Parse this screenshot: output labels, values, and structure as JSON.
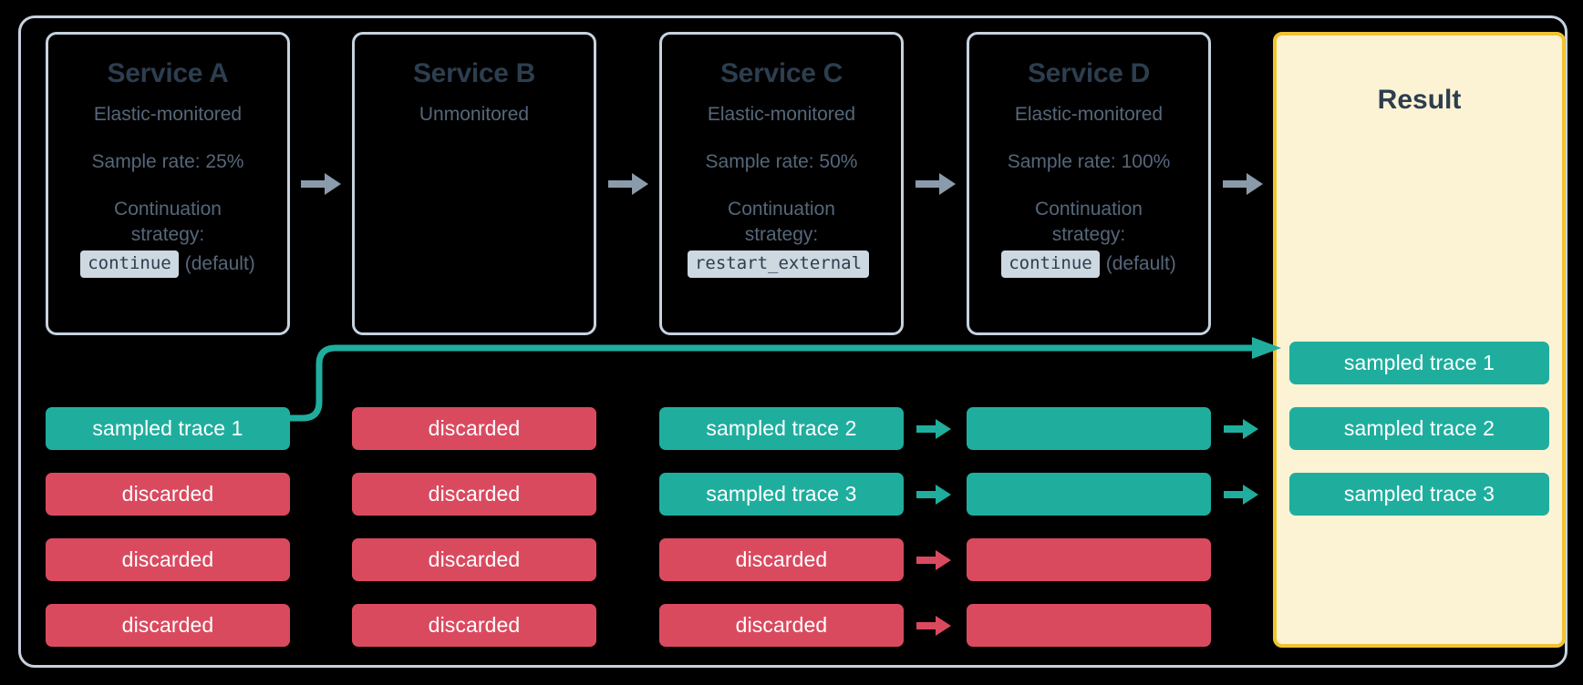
{
  "colors": {
    "background": "#000000",
    "frame_border": "#C6D2DE",
    "card_border": "#C6D2DE",
    "title_text": "#2C3E4F",
    "body_text": "#56677A",
    "code_badge_bg": "#CDD8E0",
    "teal": "#1FAE9E",
    "red": "#DA4A5F",
    "result_bg": "#FCF3D5",
    "result_border": "#F2C230",
    "gray_arrow": "#8A9BAB"
  },
  "services": [
    {
      "id": "service-a",
      "title": "Service A",
      "monitoring": "Elastic-monitored",
      "sample_rate": "Sample rate: 25%",
      "strategy_label": "Continuation strategy:",
      "strategy_code": "continue",
      "strategy_note": "(default)"
    },
    {
      "id": "service-b",
      "title": "Service B",
      "monitoring": "Unmonitored",
      "sample_rate": "",
      "strategy_label": "",
      "strategy_code": "",
      "strategy_note": ""
    },
    {
      "id": "service-c",
      "title": "Service C",
      "monitoring": "Elastic-monitored",
      "sample_rate": "Sample rate: 50%",
      "strategy_label": "Continuation strategy:",
      "strategy_code": "restart_external",
      "strategy_note": ""
    },
    {
      "id": "service-d",
      "title": "Service D",
      "monitoring": "Elastic-monitored",
      "sample_rate": "Sample rate: 100%",
      "strategy_label": "Continuation strategy:",
      "strategy_code": "continue",
      "strategy_note": "(default)"
    }
  ],
  "result": {
    "title": "Result",
    "traces": [
      {
        "label": "sampled trace 1",
        "status": "sampled"
      },
      {
        "label": "sampled trace 2",
        "status": "sampled"
      },
      {
        "label": "sampled trace 3",
        "status": "sampled"
      }
    ]
  },
  "trace_grid": {
    "column_a": [
      {
        "label": "sampled trace 1",
        "status": "sampled"
      },
      {
        "label": "discarded",
        "status": "discarded"
      },
      {
        "label": "discarded",
        "status": "discarded"
      },
      {
        "label": "discarded",
        "status": "discarded"
      }
    ],
    "column_b": [
      {
        "label": "discarded",
        "status": "discarded"
      },
      {
        "label": "discarded",
        "status": "discarded"
      },
      {
        "label": "discarded",
        "status": "discarded"
      },
      {
        "label": "discarded",
        "status": "discarded"
      }
    ],
    "column_c": [
      {
        "label": "sampled trace 2",
        "status": "sampled"
      },
      {
        "label": "sampled trace 3",
        "status": "sampled"
      },
      {
        "label": "discarded",
        "status": "discarded"
      },
      {
        "label": "discarded",
        "status": "discarded"
      }
    ],
    "column_d": [
      {
        "label": "",
        "status": "sampled"
      },
      {
        "label": "",
        "status": "sampled"
      },
      {
        "label": "",
        "status": "discarded"
      },
      {
        "label": "",
        "status": "discarded"
      }
    ]
  },
  "flow_arrows": {
    "service_to_service": [
      "arrow-a-to-b",
      "arrow-b-to-c",
      "arrow-c-to-d",
      "arrow-d-to-result"
    ],
    "trace_c_to_d": [
      "sampled",
      "sampled",
      "discarded",
      "discarded"
    ],
    "trace_d_to_result": [
      "sampled",
      "sampled"
    ],
    "curved_a_to_result": "sampled"
  }
}
